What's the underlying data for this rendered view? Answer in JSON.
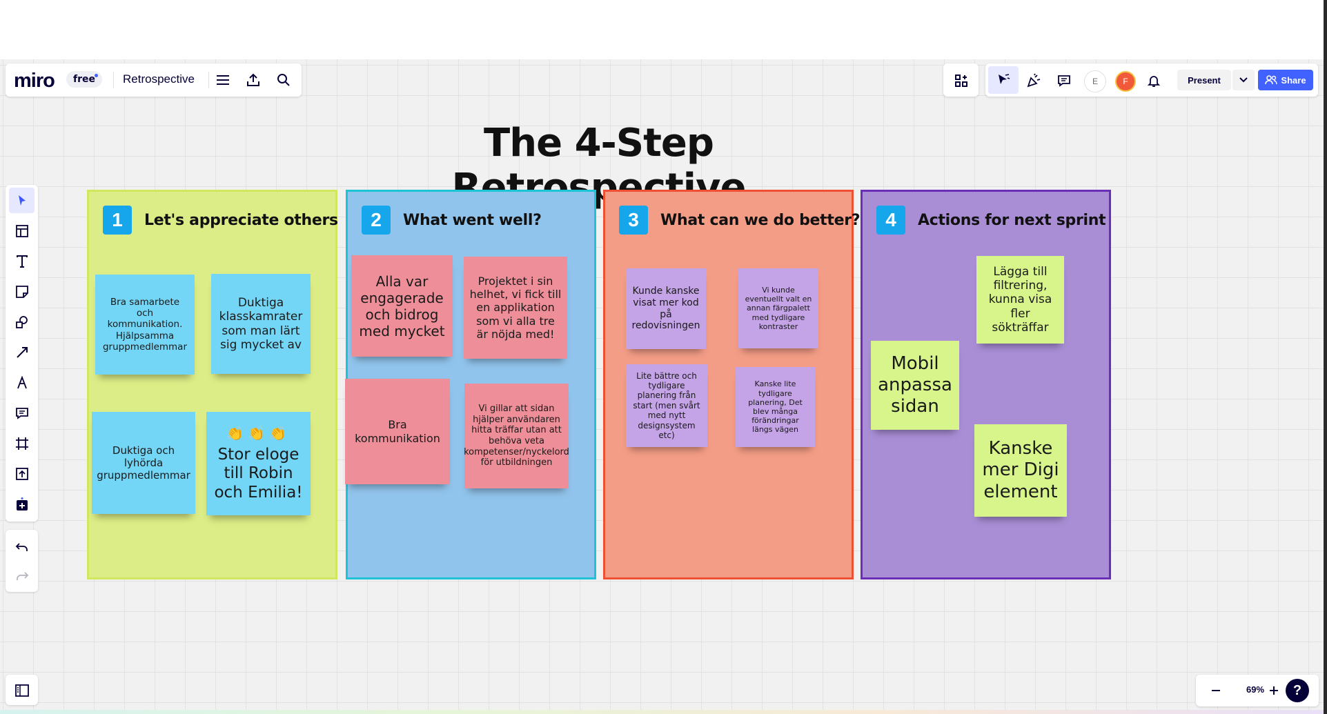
{
  "app": {
    "logo": "miro",
    "plan": "free",
    "board_name": "Retrospective"
  },
  "topbar": {
    "icons": [
      "menu-icon",
      "upload-icon",
      "search-icon"
    ]
  },
  "toolbar_right": {
    "present_label": "Present",
    "share_label": "Share",
    "avatars": [
      {
        "initial": "E",
        "color": "#d9d3d2"
      },
      {
        "initial": "F",
        "color": "#f05a3a"
      }
    ]
  },
  "left_tools": [
    "select",
    "templates",
    "text",
    "sticky-note",
    "shapes",
    "connection-line",
    "pen",
    "comment",
    "frame",
    "upload",
    "more-apps"
  ],
  "zoom": {
    "value": "69%",
    "help": "?"
  },
  "board": {
    "title": "The 4-Step Retrospective",
    "frames": [
      {
        "number": "1",
        "heading": "Let's appreciate others",
        "stickies": [
          "Bra samarbete och kommunikation. Hjälpsamma gruppmedlemmar",
          "Duktiga klasskamrater som man lärt sig mycket av",
          "Duktiga och lyhörda gruppmedlemmar",
          "Stor eloge till Robin och Emilia!"
        ],
        "emoji": "👏👏👏"
      },
      {
        "number": "2",
        "heading": "What went well?",
        "stickies": [
          "Alla var engagerade och bidrog med mycket",
          "Projektet i sin helhet, vi fick till en applikation som vi alla tre är nöjda med!",
          "Bra kommunikation",
          "Vi gillar att sidan hjälper användaren hitta träffar utan att behöva veta kompetenser/nyckelord för utbildningen"
        ]
      },
      {
        "number": "3",
        "heading": "What can we do better?",
        "stickies": [
          "Kunde kanske visat mer kod på redovisningen",
          "Vi kunde eventuellt valt en annan färgpalett med tydligare kontraster",
          "Lite bättre och tydligare planering från start (men svårt med nytt designsystem etc)",
          "Kanske lite tydligare planering, Det blev många förändringar längs vägen"
        ]
      },
      {
        "number": "4",
        "heading": "Actions for next sprint",
        "stickies": [
          "Lägga till filtrering, kunna visa fler sökträffar",
          "Mobil anpassa sidan",
          "Kanske mer Digi element"
        ]
      }
    ]
  }
}
